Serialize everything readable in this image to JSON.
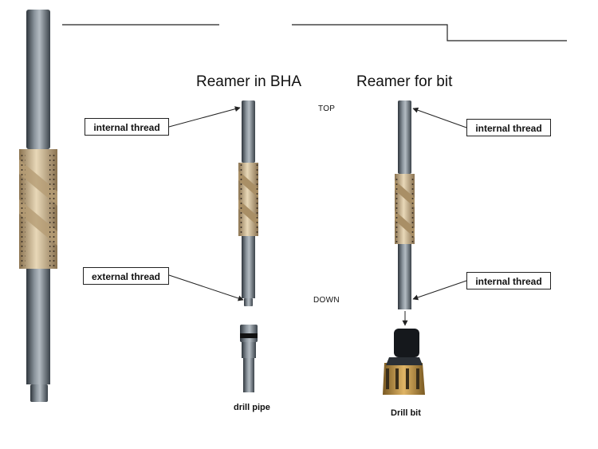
{
  "headings": {
    "reamer_in_bha": "Reamer in BHA",
    "reamer_for_bit": "Reamer for bit"
  },
  "markers": {
    "top": "TOP",
    "down": "DOWN"
  },
  "labels": {
    "bha_internal_thread": "internal thread",
    "bha_external_thread": "external thread",
    "bit_internal_thread_top": "internal thread",
    "bit_internal_thread_bottom": "internal thread"
  },
  "captions": {
    "drill_pipe": "drill pipe",
    "drill_bit": "Drill bit"
  },
  "colors": {
    "steel_dark": "#3f474f",
    "steel_light": "#a7b0b8",
    "bronze": "#c9b28c",
    "bit_gold": "#b8893a",
    "line": "#222222"
  }
}
